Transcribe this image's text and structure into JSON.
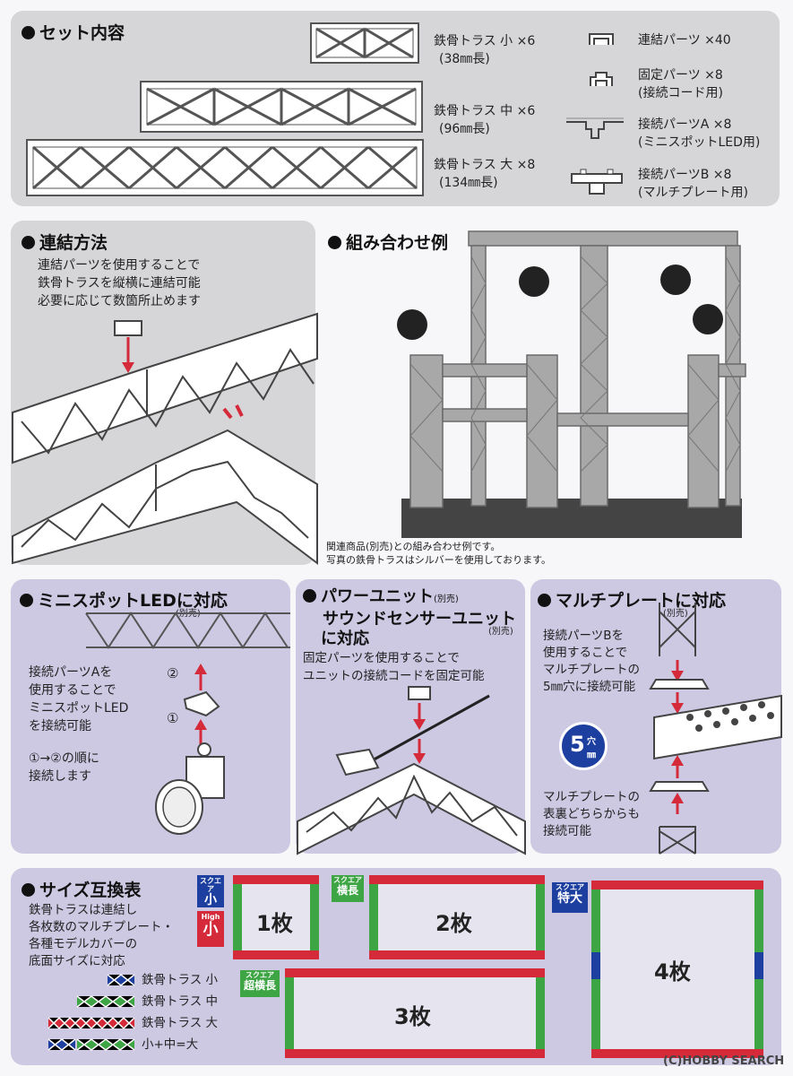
{
  "set_contents": {
    "title": "セット内容",
    "trusses": [
      {
        "name": "鉄骨トラス 小 ×6",
        "len": "(38㎜長)"
      },
      {
        "name": "鉄骨トラス 中 ×6",
        "len": "(96㎜長)"
      },
      {
        "name": "鉄骨トラス 大 ×8",
        "len": "(134㎜長)"
      }
    ],
    "parts": [
      {
        "name": "連結パーツ ×40",
        "sub": ""
      },
      {
        "name": "固定パーツ ×8",
        "sub": "(接続コード用)"
      },
      {
        "name": "接続パーツA ×8",
        "sub": "(ミニスポットLED用)"
      },
      {
        "name": "接続パーツB ×8",
        "sub": "(マルチプレート用)"
      }
    ]
  },
  "connect": {
    "title": "連結方法",
    "lines": [
      "連結パーツを使用することで",
      "鉄骨トラスを縦横に連結可能",
      "必要に応じて数箇所止めます"
    ]
  },
  "example": {
    "title": "組み合わせ例",
    "notes": [
      "関連商品(別売)との組み合わせ例です。",
      "写真の鉄骨トラスはシルバーを使用しております。"
    ]
  },
  "led": {
    "title": "ミニスポットLEDに対応",
    "sold_sep": "(別売)",
    "lines": [
      "接続パーツAを",
      "使用することで",
      "ミニスポットLED",
      "を接続可能"
    ],
    "order": [
      "①→②の順に",
      "接続します"
    ],
    "n1": "①",
    "n2": "②"
  },
  "power": {
    "title1": "パワーユニット",
    "sold1": "(別売)",
    "title2": "サウンドセンサーユニット",
    "sold2": "(別売)",
    "title3": "に対応",
    "lines": [
      "固定パーツを使用することで",
      "ユニットの接続コードを固定可能"
    ]
  },
  "multi": {
    "title": "マルチプレートに対応",
    "sold_sep": "(別売)",
    "lines": [
      "接続パーツBを",
      "使用することで",
      "マルチプレートの",
      "5㎜穴に接続可能"
    ],
    "hole_num": "5",
    "hole_a": "穴",
    "hole_b": "㎜",
    "lines2": [
      "マルチプレートの",
      "表裏どちらからも",
      "接続可能"
    ]
  },
  "size": {
    "title": "サイズ互換表",
    "lines": [
      "鉄骨トラスは連結し",
      "各枚数のマルチプレート・",
      "各種モデルカバーの",
      "底面サイズに対応"
    ],
    "legend": [
      "鉄骨トラス 小",
      "鉄骨トラス 中",
      "鉄骨トラス 大",
      "小+中=大"
    ],
    "badges": {
      "small_top": "スクエア",
      "small": "小",
      "high_top": "High",
      "high": "小",
      "yoko_top": "スクエア",
      "yoko": "横長",
      "cho_top": "スクエア",
      "cho": "超横長",
      "toku_top": "スクエア",
      "toku": "特大"
    },
    "counts": [
      "1枚",
      "2枚",
      "3枚",
      "4枚"
    ]
  },
  "watermark": "(C)HOBBY SEARCH",
  "colors": {
    "blue": "#1d3fa0",
    "green": "#3ea545",
    "red": "#d42a3a",
    "lavender": "#cdc9e3",
    "gray": "#d6d5d8"
  }
}
